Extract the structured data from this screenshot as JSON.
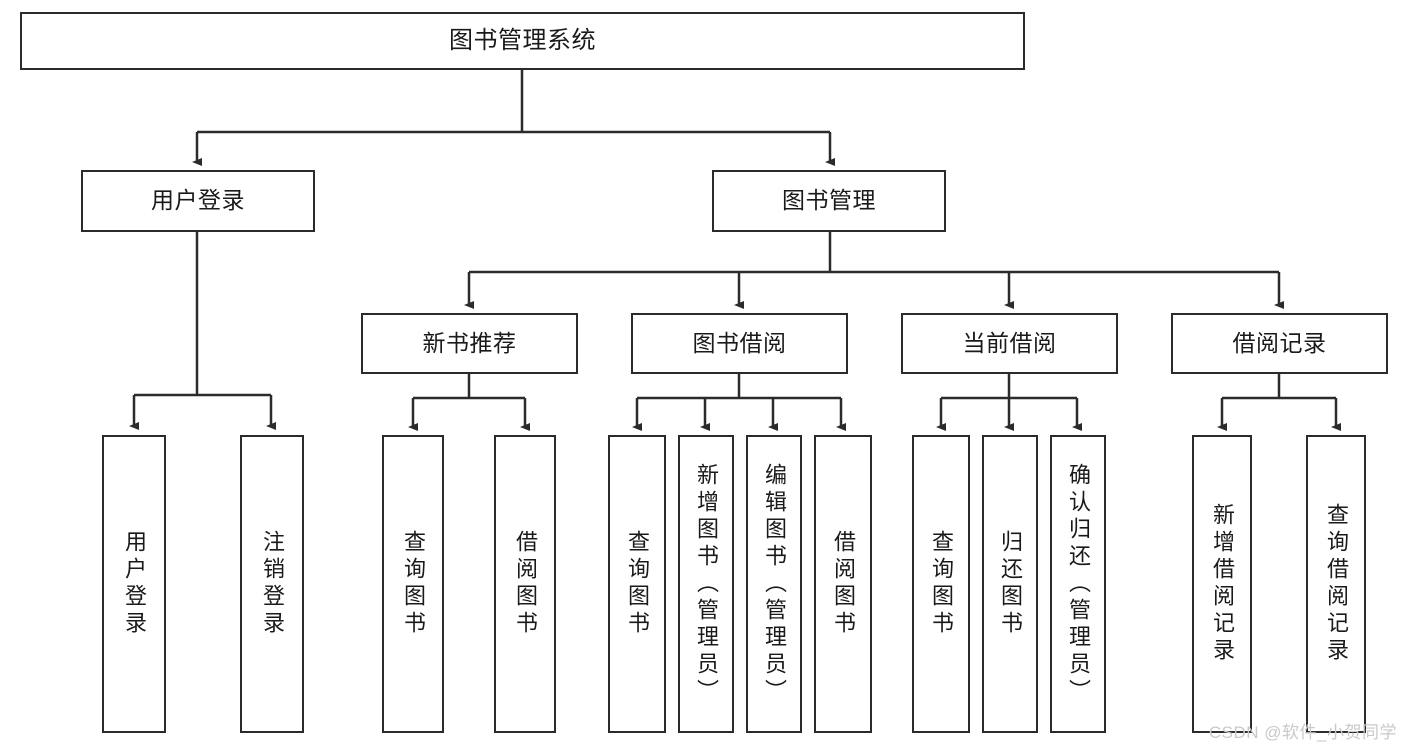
{
  "diagram": {
    "title": "图书管理系统",
    "type": "tree-hierarchy-diagram",
    "watermark": "CSDN @软件_小贺同学",
    "colors": {
      "box_border": "#2b2b2b",
      "box_fill": "#ffffff",
      "edge": "#2b2b2b",
      "text": "#1a1a1a",
      "watermark": "#c9c9c9",
      "background": "#ffffff"
    },
    "root": {
      "id": "root",
      "label": "图书管理系统"
    },
    "level2": [
      {
        "id": "user-login",
        "label": "用户登录"
      },
      {
        "id": "book-management",
        "label": "图书管理"
      }
    ],
    "level3": [
      {
        "id": "new-book-recommend",
        "label": "新书推荐",
        "parent": "book-management"
      },
      {
        "id": "book-borrow",
        "label": "图书借阅",
        "parent": "book-management"
      },
      {
        "id": "current-borrow",
        "label": "当前借阅",
        "parent": "book-management"
      },
      {
        "id": "borrow-record",
        "label": "借阅记录",
        "parent": "book-management"
      }
    ],
    "leaves": [
      {
        "id": "leaf-user-login",
        "label": "用户登录",
        "parent": "user-login"
      },
      {
        "id": "leaf-logout-login",
        "label": "注销登录",
        "parent": "user-login"
      },
      {
        "id": "leaf-query-book-1",
        "label": "查询图书",
        "parent": "new-book-recommend"
      },
      {
        "id": "leaf-borrow-book-1",
        "label": "借阅图书",
        "parent": "new-book-recommend"
      },
      {
        "id": "leaf-query-book-2",
        "label": "查询图书",
        "parent": "book-borrow"
      },
      {
        "id": "leaf-add-book",
        "label": "新增图书（管理员）",
        "parent": "book-borrow"
      },
      {
        "id": "leaf-edit-book",
        "label": "编辑图书（管理员）",
        "parent": "book-borrow"
      },
      {
        "id": "leaf-borrow-book-2",
        "label": "借阅图书",
        "parent": "book-borrow"
      },
      {
        "id": "leaf-query-book-3",
        "label": "查询图书",
        "parent": "current-borrow"
      },
      {
        "id": "leaf-return-book",
        "label": "归还图书",
        "parent": "current-borrow"
      },
      {
        "id": "leaf-confirm-return",
        "label": "确认归还（管理员）",
        "parent": "current-borrow"
      },
      {
        "id": "leaf-add-record",
        "label": "新增借阅记录",
        "parent": "borrow-record"
      },
      {
        "id": "leaf-query-record",
        "label": "查询借阅记录",
        "parent": "borrow-record"
      }
    ]
  }
}
